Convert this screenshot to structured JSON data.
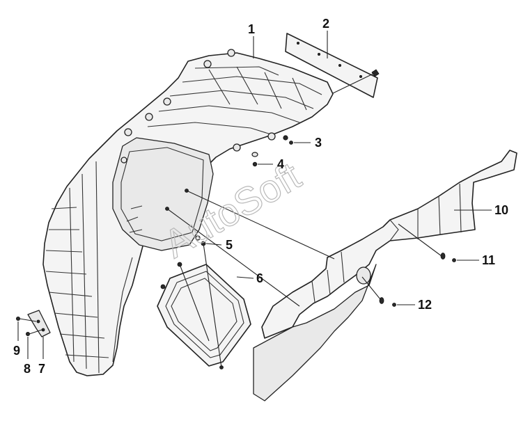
{
  "watermark": "AutoSoft",
  "callouts": [
    {
      "id": "c1",
      "label": "1"
    },
    {
      "id": "c2",
      "label": "2"
    },
    {
      "id": "c3",
      "label": "3"
    },
    {
      "id": "c4",
      "label": "4"
    },
    {
      "id": "c5",
      "label": "5"
    },
    {
      "id": "c6",
      "label": "6"
    },
    {
      "id": "c7",
      "label": "7"
    },
    {
      "id": "c8",
      "label": "8"
    },
    {
      "id": "c9",
      "label": "9"
    },
    {
      "id": "c10",
      "label": "10"
    },
    {
      "id": "c11",
      "label": "11"
    },
    {
      "id": "c12",
      "label": "12"
    }
  ],
  "colors": {
    "line": "#222222",
    "fill": "#f4f4f4",
    "watermark": "#b8b8b8"
  }
}
